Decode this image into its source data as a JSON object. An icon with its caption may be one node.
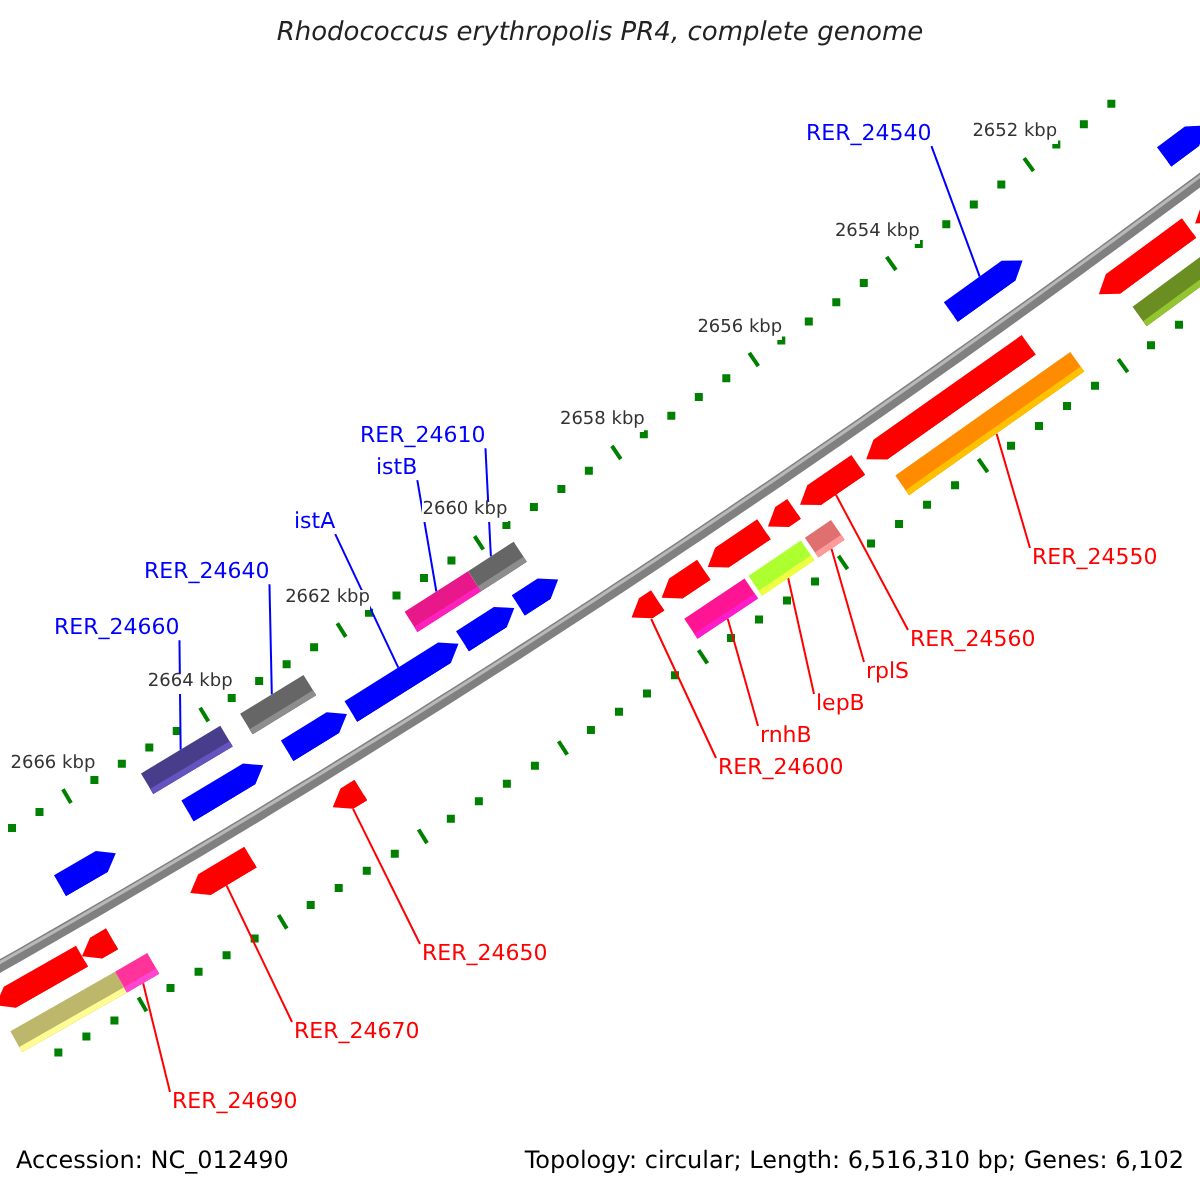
{
  "diagram": {
    "title": "Rhodococcus erythropolis PR4, complete genome",
    "nodes": [
      {
        "text": [
          "RER_24540"
        ]
      },
      {
        "text": [
          "RER_24610"
        ]
      },
      {
        "text": [
          "istB"
        ]
      },
      {
        "text": [
          "istA"
        ]
      },
      {
        "text": [
          "RER_24550"
        ]
      },
      {
        "text": [
          "RER_24640"
        ]
      },
      {
        "text": [
          "RER_24560"
        ]
      },
      {
        "text": [
          "RER_24660"
        ]
      },
      {
        "text": [
          "rplS"
        ]
      },
      {
        "text": [
          "lepB"
        ]
      },
      {
        "text": [
          "rnhB"
        ]
      },
      {
        "text": [
          "RER_24600"
        ]
      },
      {
        "text": [
          "RER_24650"
        ]
      },
      {
        "text": [
          "RER_24670"
        ]
      },
      {
        "text": [
          "RER_24690"
        ]
      },
      {
        "text": [],
        "shape": "bar"
      },
      {
        "text": [],
        "shape": "bar"
      },
      {
        "text": [],
        "shape": "bar"
      },
      {
        "text": [],
        "shape": "bar"
      },
      {
        "text": [],
        "shape": "bar"
      },
      {
        "text": [],
        "shape": "bar"
      },
      {
        "text": [],
        "shape": "bar"
      },
      {
        "text": [],
        "shape": "bar"
      },
      {
        "text": [],
        "shape": "bar"
      },
      {
        "text": [],
        "shape": "bar"
      },
      {
        "text": [],
        "shape": "bar"
      },
      {
        "text": [],
        "shape": "bar"
      },
      {
        "text": [],
        "shape": "bar"
      },
      {
        "text": [],
        "shape": "bar"
      },
      {
        "text": [],
        "shape": "bar"
      },
      {
        "text": [],
        "shape": "bar"
      },
      {
        "text": [],
        "shape": "bar"
      },
      {
        "text": [],
        "shape": "bar"
      },
      {
        "text": [],
        "shape": "bar"
      },
      {
        "text": [],
        "shape": "bar"
      },
      {
        "text": [],
        "shape": "bar"
      },
      {
        "text": [],
        "shape": "bar"
      },
      {
        "text": [],
        "shape": "bar"
      },
      {
        "text": [],
        "shape": "bar"
      },
      {
        "text": [],
        "shape": "bar"
      },
      {
        "text": [],
        "shape": "bar"
      },
      {
        "text": [],
        "shape": "bar"
      },
      {
        "text": [],
        "shape": "bar"
      },
      {
        "text": [],
        "shape": "bar"
      },
      {
        "text": [],
        "shape": "bar"
      },
      {
        "text": [],
        "shape": "bar"
      }
    ],
    "edges": [
      {
        "from": 0,
        "to": 41,
        "arrow": "none",
        "color": "#0000ff"
      },
      {
        "from": 1,
        "to": 29,
        "arrow": "none",
        "color": "#0000ff"
      },
      {
        "from": 2,
        "to": 27,
        "arrow": "none",
        "color": "#0000ff"
      },
      {
        "from": 3,
        "to": 26,
        "arrow": "none",
        "color": "#0000ff"
      },
      {
        "from": 4,
        "to": 40,
        "arrow": "none"
      },
      {
        "from": 5,
        "to": 23,
        "arrow": "none",
        "color": "#0000ff"
      },
      {
        "from": 6,
        "to": 38,
        "arrow": "none"
      },
      {
        "from": 7,
        "to": 21,
        "arrow": "none",
        "color": "#0000ff"
      },
      {
        "from": 8,
        "to": 37,
        "arrow": "none"
      },
      {
        "from": 9,
        "to": 35,
        "arrow": "none"
      },
      {
        "from": 10,
        "to": 33,
        "arrow": "none"
      },
      {
        "from": 11,
        "to": 31,
        "arrow": "none"
      },
      {
        "from": 12,
        "to": 25,
        "arrow": "none"
      },
      {
        "from": 13,
        "to": 20,
        "arrow": "none"
      },
      {
        "from": 14,
        "to": 19,
        "arrow": "none"
      }
    ],
    "labels": [
      "2652 kbp",
      "2654 kbp",
      "2656 kbp",
      "2658 kbp",
      "2660 kbp",
      "2662 kbp",
      "2664 kbp",
      "2666 kbp",
      "Accession: NC_012490",
      "Topology: circular; Length: 6,516,310 bp; Genes: 6,102"
    ]
  }
}
